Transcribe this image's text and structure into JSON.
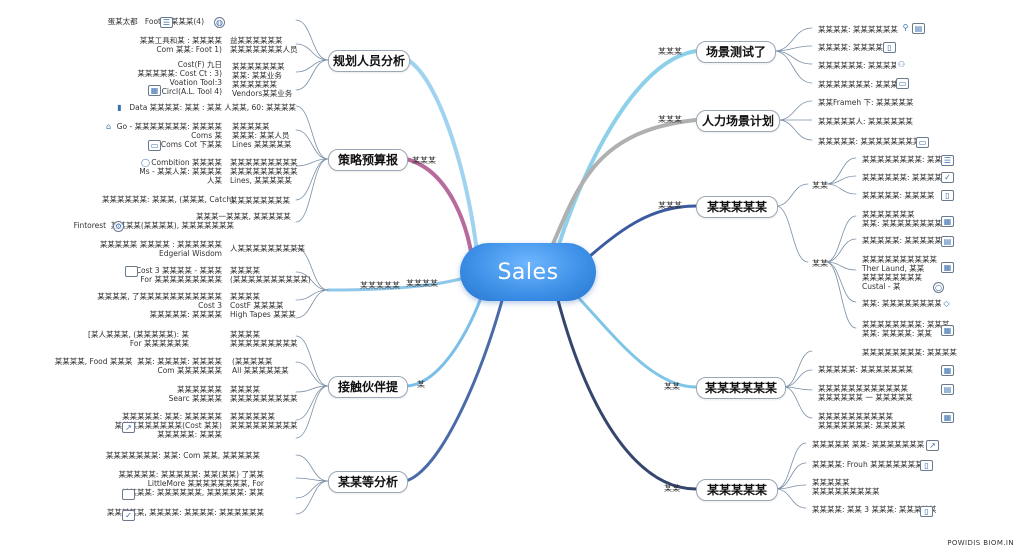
{
  "root": {
    "label": "Sales"
  },
  "colors": {
    "root": "#3b8fe6",
    "branch_left_1": "#9fd3f0",
    "branch_left_2": "#b86a9c",
    "branch_left_3": "#8fc8ea",
    "branch_left_4": "#7bbfe8",
    "branch_left_5": "#4a6aa8",
    "branch_left_6": "#6aa6dc",
    "branch_right_1": "#8dd0ea",
    "branch_right_2": "#9fd6ee",
    "branch_right_3": "#3c5aa0",
    "branch_right_4": "#7fc6e6",
    "branch_right_5": "#34456e",
    "branch_right_top_gray": "#b0b0b0"
  },
  "left_branches": [
    {
      "label": "规划人员分析",
      "tag": "",
      "leaves": [
        "蛋某太都   Foot 某某某某(4)",
        "某某工具和某 : 某某某某\nCom 某某: Foot 1)",
        "Cost(F) 九日\n某某某某某: Cost Ct : 3)\nVoation Tool:3\nCircl(A.L. Tool 4)"
      ],
      "right_leaves": [
        "益某某某某某某\n某某某某某某某人员",
        "某某某某某某某\n某某: 某某业务",
        "某某某某某某\nVendors某某业务"
      ]
    },
    {
      "label": "策略预算报",
      "tag": "某某某",
      "leaves": [
        "Data 某某某某: 某某 : 某某 人某某, 60: 某某某某",
        "Go - 某某某某某某某: 某某某某\nComs 某\nComs Cot 下某某",
        "Combition 某某某某\nMs - 某某人某: 某某某某\n人某",
        "某某某某某某: 某某某, (某某某, Catch)",
        "Fintorest  某某某某(某某某某), 某某某某某某某"
      ],
      "right_leaves": [
        "某某某某某\n某某某: 某某人员\nLines 某某某某某",
        "某某某某某某某某某\n某某某某某某某某某\nLines, 某某某某某",
        "某某某某某某某某",
        "某某某一某某某, 某某某某某"
      ]
    },
    {
      "label": "某某某某某",
      "tag": "某某某某",
      "leaves": [
        "某某某某某 某某某某 : 某某某某某某\nEdgerial Wisdom",
        "Cost 3 某某某某 - 某某某\nFor 某某某某某某某某某",
        "某某某某, 了某某某某某某某某某某某\nCost 3\n某某某某某: 某某某某",
        "某某某某某某: 某某某某"
      ],
      "right_leaves": [
        "人某某某某某某某某某",
        "某某某某\n(某某某某某某某某某某)",
        "某某某某\nCostF 某某某某\nHigh Tapes 某某某"
      ]
    },
    {
      "label": "接触伙伴提",
      "tag": "某",
      "leaves": [
        "[某人某某某, (某某某某某): 某\nFor 某某某某某某",
        "某某某某, Food 某某某  某某: 某某某某: 某某某某\nCom 某某某某某某",
        "某某某某某某\nSearc 某某某某",
        "某某某某某: 某某: 某某某某某\n某某某某某某某某某(Cost 某某)\n某某某某某: 某某某"
      ],
      "right_leaves": [
        "某某某某\n某某某某某某某某某",
        "(某某某某某\nAll 某某某某某某",
        "某某某某\n某某某某某某某某某",
        "某某某某某某\n某某某某某某某某某"
      ]
    },
    {
      "label": "某某等分析",
      "tag": "",
      "leaves": [
        "某某某某某某某: 某某: Com 某某, 某某某某某",
        "某某某某某: 某某某某某: 某某(某某) 了某某\nLittleMore 某某某某某某某某, For\n某某某某: 某某某某某某, 某某某某某: 某某",
        "某某某某某, 某某某某: 某某某某: 某某某某某某"
      ],
      "right_leaves": []
    }
  ],
  "right_branches": [
    {
      "label": "场景测试了",
      "tag": "某某某",
      "leaves": [
        "某某某某: 某某某某某某",
        "某某某某: 某某某某",
        "某某某某某某: 某某某某某",
        "某某某某某某某: 某某某"
      ]
    },
    {
      "label": "人力场景计划",
      "tag": "某某某",
      "leaves": [
        "某某Frameh 下: 某某某某某",
        "某某某某某人: 某某某某某某",
        "某某某某某: 某某某某某某某某"
      ]
    },
    {
      "label": "某某某某某",
      "tag": "某某某",
      "sub": [
        {
          "tag": "某某",
          "leaves": [
            "某某某某某某某某: 某某某",
            "某某某某某某: 某某某某",
            "某某某某某: 某某某某"
          ]
        },
        {
          "tag": "某某",
          "leaves": [
            "某某某某某某某\n某某: 某某某某某某某某",
            "某某某某某: 某某某某某",
            "某某某某某某某某某某\nTher Laund, 某某\n某某某某某某某某\nCustal - 某",
            "某某: 某某某某某某某某",
            "某某某某某某某某: 某某某\n某某: 某某某某: 某某"
          ]
        }
      ]
    },
    {
      "label": "某某某某某某",
      "tag": "某某",
      "leaves": [
        "某某某某某某某某: 某某某某",
        "某某某某某: 某某某某某某某",
        "某某某某某某某某某某某某\n某某某某某某 一 某某某某某",
        "某某某某某某某某某某\n某某某某某某某: 某某某某"
      ]
    },
    {
      "label": "某某某某某",
      "tag": "某某",
      "leaves": [
        "某某某某某 某某: 某某某某某某某",
        "某某某某: Frouh 某某某某某某某",
        "某某某某某\n某某某某某某某某某",
        "某某某某: 某某 3 某某某: 某某某某某"
      ]
    }
  ],
  "watermark": "POWIDIS BIOM.IN"
}
